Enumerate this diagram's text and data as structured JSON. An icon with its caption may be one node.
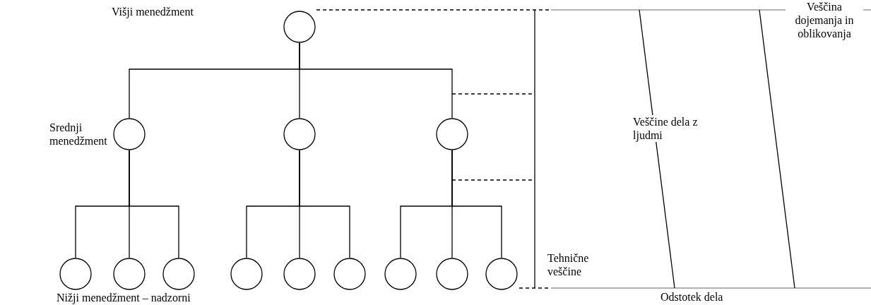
{
  "diagram": {
    "nodes": [
      {
        "text": [],
        "shape": "circle"
      },
      {
        "text": [],
        "shape": "circle"
      },
      {
        "text": [],
        "shape": "circle"
      },
      {
        "text": [],
        "shape": "circle"
      },
      {
        "text": [],
        "shape": "circle"
      },
      {
        "text": [],
        "shape": "circle"
      },
      {
        "text": [],
        "shape": "circle"
      },
      {
        "text": [],
        "shape": "circle"
      },
      {
        "text": [],
        "shape": "circle"
      },
      {
        "text": [],
        "shape": "circle"
      },
      {
        "text": [],
        "shape": "circle"
      },
      {
        "text": [],
        "shape": "circle"
      },
      {
        "text": [],
        "shape": "circle"
      }
    ],
    "edges": [
      {
        "from": 0,
        "to": 1,
        "arrow": "none"
      },
      {
        "from": 0,
        "to": 2,
        "arrow": "none"
      },
      {
        "from": 0,
        "to": 3,
        "arrow": "none"
      },
      {
        "from": 1,
        "to": 4,
        "arrow": "none"
      },
      {
        "from": 1,
        "to": 5,
        "arrow": "none"
      },
      {
        "from": 1,
        "to": 6,
        "arrow": "none"
      },
      {
        "from": 2,
        "to": 7,
        "arrow": "none"
      },
      {
        "from": 2,
        "to": 8,
        "arrow": "none"
      },
      {
        "from": 2,
        "to": 9,
        "arrow": "none"
      },
      {
        "from": 3,
        "to": 10,
        "arrow": "none"
      },
      {
        "from": 3,
        "to": 11,
        "arrow": "none"
      },
      {
        "from": 3,
        "to": 12,
        "arrow": "none"
      }
    ],
    "labels": [
      "Višji menedžment",
      "Srednji menedžment",
      "Veščina dojemanja in oblikovanja",
      "Veščine dela z ljudmi",
      "Tehnične veščine",
      "Nižji menedžment – nadzorni",
      "Odstotek dela"
    ]
  }
}
